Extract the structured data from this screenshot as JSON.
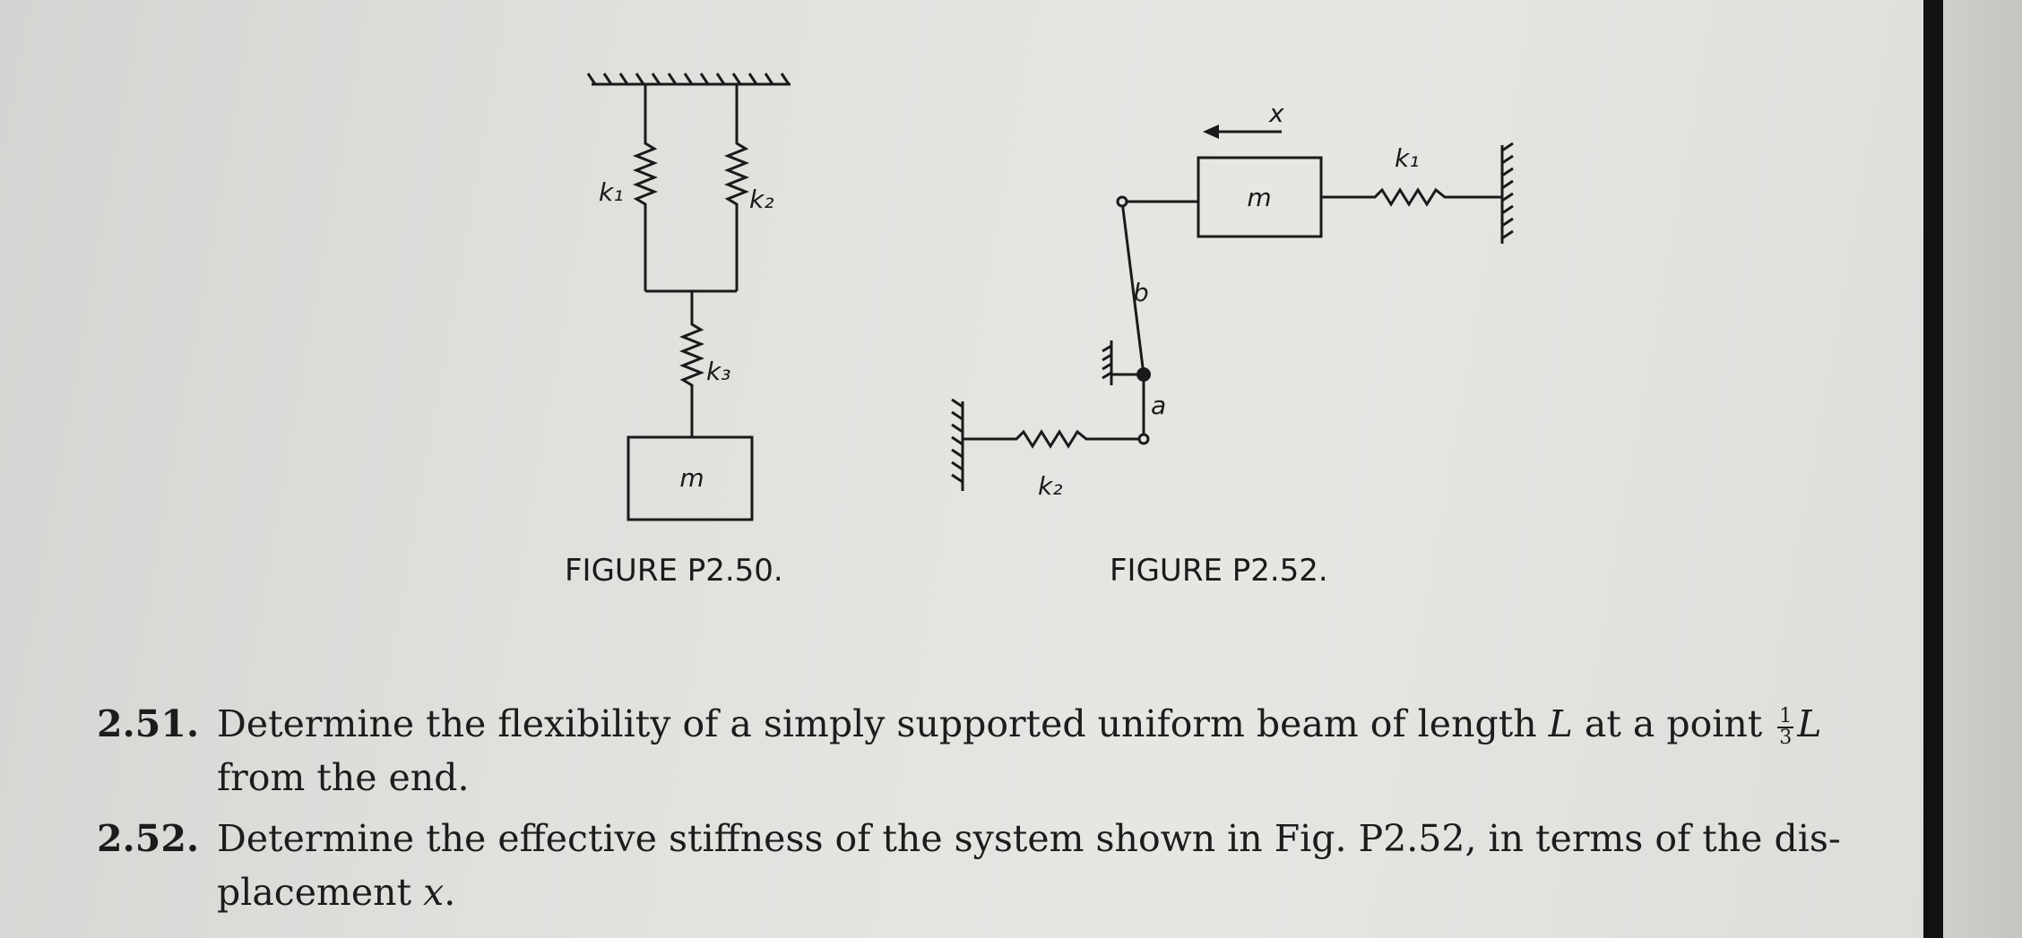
{
  "figure_p2_50": {
    "caption": "FIGURE P2.50.",
    "labels": {
      "k1": "k₁",
      "k2": "k₂",
      "k3": "k₃",
      "mass": "m"
    }
  },
  "figure_p2_52": {
    "caption": "FIGURE P2.52.",
    "labels": {
      "x": "x",
      "mass": "m",
      "k1": "k₁",
      "k2": "k₂",
      "b": "b",
      "a": "a"
    }
  },
  "problems": [
    {
      "number": "2.51.",
      "text_before": "Determine the flexibility of a simply supported uniform beam of length ",
      "var_L": "L",
      "text_mid": " at a point ",
      "frac_num": "1",
      "frac_den": "3",
      "var_L2": "L",
      "text_after": "from the end."
    },
    {
      "number": "2.52.",
      "text_before": "Determine the effective stiffness of the system shown in Fig. P2.52, in terms of the dis-placement ",
      "var_x": "x",
      "text_after": "."
    }
  ]
}
